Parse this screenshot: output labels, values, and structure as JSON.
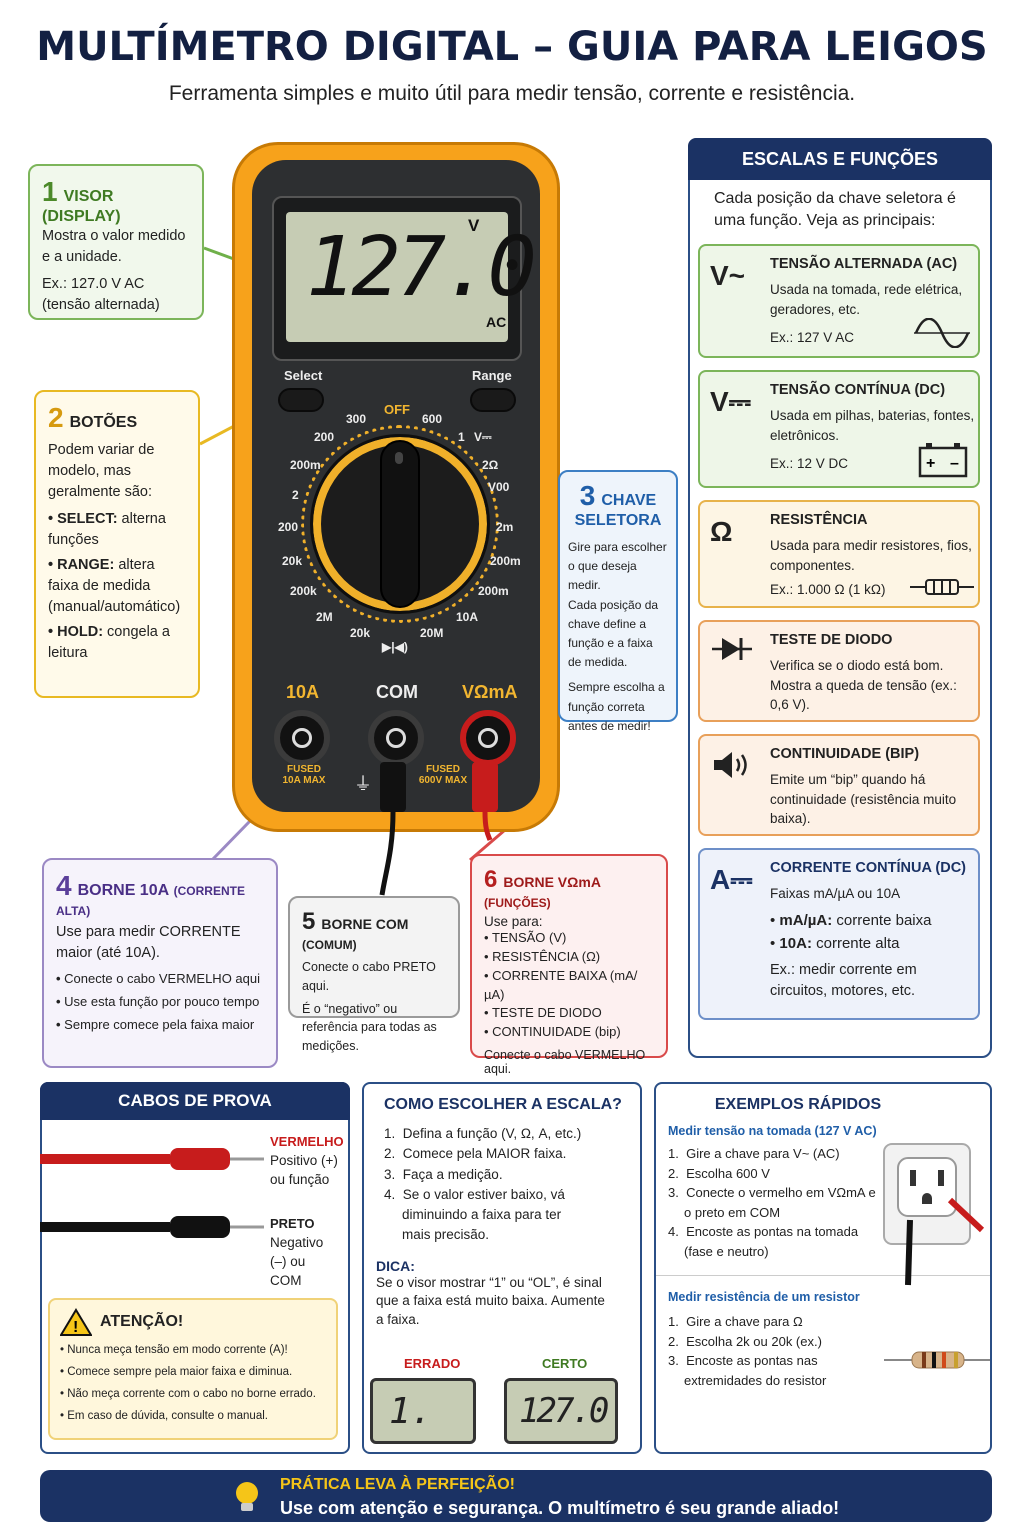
{
  "header": {
    "title": "MULTÍMETRO DIGITAL – GUIA PARA LEIGOS",
    "subtitle": "Ferramenta simples e muito útil para medir tensão, corrente e resistência."
  },
  "meter": {
    "display_value": "127.0",
    "display_unit_top": "V",
    "display_unit_bottom": "AC",
    "select_label": "Select",
    "range_label": "Range",
    "dial": {
      "off": "OFF",
      "left": [
        "300",
        "200",
        "200m",
        "2",
        "200",
        "20k",
        "200k",
        "2M",
        "20k"
      ],
      "right": [
        "600",
        "1",
        "V⎓",
        "2Ω",
        "V00",
        "2m",
        "200m",
        "200m",
        "10A",
        "20M"
      ],
      "diode": "▶|◀)"
    },
    "jacks": {
      "left": "10A",
      "mid": "COM",
      "right": "VΩmA",
      "left_note": "FUSED\n10A MAX",
      "right_note": "FUSED\n600V MAX"
    }
  },
  "callouts": {
    "visor": {
      "num": "1",
      "title": "VISOR (DISPLAY)",
      "text": "Mostra o valor medido e a unidade.",
      "example": "Ex.: 127.0 V AC (tensão alternada)"
    },
    "botoes": {
      "num": "2",
      "title": "BOTÕES",
      "text": "Podem variar de modelo, mas geralmente são:",
      "items": [
        {
          "k": "SELECT:",
          "v": " alterna funções"
        },
        {
          "k": "RANGE:",
          "v": " altera faixa de medida (manual/automático)"
        },
        {
          "k": "HOLD:",
          "v": " congela a leitura"
        }
      ]
    },
    "chave": {
      "num": "3",
      "title1": "CHAVE",
      "title2": "SELETORA",
      "text1": "Gire para escolher o que deseja medir.",
      "text2": "Cada posição da chave define a função e a faixa de medida.",
      "text3": "Sempre escolha a função correta antes de medir!"
    },
    "borne10a": {
      "num": "4",
      "title": "BORNE 10A",
      "title_small": "(CORRENTE ALTA)",
      "text": "Use para medir CORRENTE maior (até 10A).",
      "items": [
        "Conecte o cabo VERMELHO aqui",
        "Use esta função por pouco tempo",
        "Sempre comece pela faixa maior"
      ]
    },
    "bornecom": {
      "num": "5",
      "title": "BORNE COM",
      "title_small": "(COMUM)",
      "text1": "Conecte o cabo PRETO aqui.",
      "text2": "É o “negativo” ou referência para todas as medições."
    },
    "bornev": {
      "num": "6",
      "title": "BORNE VΩmA",
      "title_small": "(FUNÇÕES)",
      "text": "Use para:",
      "items": [
        "TENSÃO (V)",
        "RESISTÊNCIA (Ω)",
        "CORRENTE BAIXA (mA/µA)",
        "TESTE DE DIODO",
        "CONTINUIDADE (bip)"
      ],
      "footer": "Conecte o cabo VERMELHO aqui."
    }
  },
  "escalas": {
    "title": "ESCALAS E FUNÇÕES",
    "intro": "Cada posição da chave seletora é uma função. Veja as principais:",
    "cards": [
      {
        "sym": "V~",
        "title": "TENSÃO ALTERNADA (AC)",
        "desc": "Usada na tomada, rede elétrica, geradores, etc.",
        "ex": "Ex.: 127 V AC",
        "icon": "sine-wave-icon",
        "color": "#7cb55a",
        "bg": "#eef6e8"
      },
      {
        "sym": "V⎓",
        "title": "TENSÃO CONTÍNUA (DC)",
        "desc": "Usada em pilhas, baterias, fontes, eletrônicos.",
        "ex": "Ex.: 12 V DC",
        "icon": "battery-icon",
        "color": "#7cb55a",
        "bg": "#eef6e8"
      },
      {
        "sym": "Ω",
        "title": "RESISTÊNCIA",
        "desc": "Usada para medir resistores, fios, componentes.",
        "ex": "Ex.: 1.000 Ω (1 kΩ)",
        "icon": "resistor-icon",
        "color": "#e7b24a",
        "bg": "#fdf5e4"
      },
      {
        "sym": "▶|",
        "title": "TESTE DE DIODO",
        "desc": "Verifica se o diodo está bom. Mostra a queda de tensão (ex.: 0,6 V).",
        "ex": "",
        "icon": "diode-icon",
        "color": "#e8a05a",
        "bg": "#fdf1e6"
      },
      {
        "sym": "◀))",
        "title": "CONTINUIDADE (BIP)",
        "desc": "Emite um “bip” quando há continuidade (resistência muito baixa).",
        "ex": "",
        "icon": "speaker-icon",
        "color": "#e8a05a",
        "bg": "#fdf1e6"
      },
      {
        "sym": "A⎓",
        "title": "CORRENTE CONTÍNUA (DC)",
        "desc": "Faixas mA/µA ou 10A",
        "items": [
          {
            "k": "mA/µA:",
            "v": " corrente baixa"
          },
          {
            "k": "10A:",
            "v": " corrente alta"
          }
        ],
        "ex": "Ex.: medir corrente em circuitos, motores, etc.",
        "icon": "current-icon",
        "color": "#6d8fc8",
        "bg": "#eef2fa"
      }
    ]
  },
  "cabos": {
    "title": "CABOS DE PROVA",
    "red_label": "VERMELHO",
    "red_desc": "Positivo (+) ou função",
    "black_label": "PRETO",
    "black_desc": "Negativo (–) ou COM",
    "atencao_title": "ATENÇÃO!",
    "atencao_items": [
      "Nunca meça tensão em modo corrente (A)!",
      "Comece sempre pela maior faixa e diminua.",
      "Não meça corrente com o cabo no borne errado.",
      "Em caso de dúvida, consulte o manual."
    ]
  },
  "escala": {
    "title": "COMO ESCOLHER A ESCALA?",
    "items": [
      "Defina a função (V, Ω, A, etc.)",
      "Comece pela MAIOR faixa.",
      "Faça a medição.",
      "Se o valor estiver baixo, vá diminuindo a faixa para ter mais precisão."
    ],
    "dica_title": "DICA:",
    "dica": "Se o visor mostrar “1” ou “OL”, é sinal que a faixa está muito baixa. Aumente a faixa.",
    "wrong_label": "ERRADO",
    "wrong_value": "1.",
    "right_label": "CERTO",
    "right_value": "127.0"
  },
  "exemplos": {
    "title": "EXEMPLOS RÁPIDOS",
    "ex1_title": "Medir tensão na tomada (127 V AC)",
    "ex1_items": [
      "Gire a chave para V~ (AC)",
      "Escolha 600 V",
      "Conecte o vermelho em VΩmA e o preto em COM",
      "Encoste as pontas na tomada (fase e neutro)"
    ],
    "ex2_title": "Medir resistência de um resistor",
    "ex2_items": [
      "Gire a chave para Ω",
      "Escolha 2k ou 20k (ex.)",
      "Encoste as pontas nas extremidades do resistor"
    ]
  },
  "footer": {
    "line1": "PRÁTICA LEVA À PERFEIÇÃO!",
    "line2": "Use com atenção e segurança. O multímetro é seu grande aliado!"
  }
}
